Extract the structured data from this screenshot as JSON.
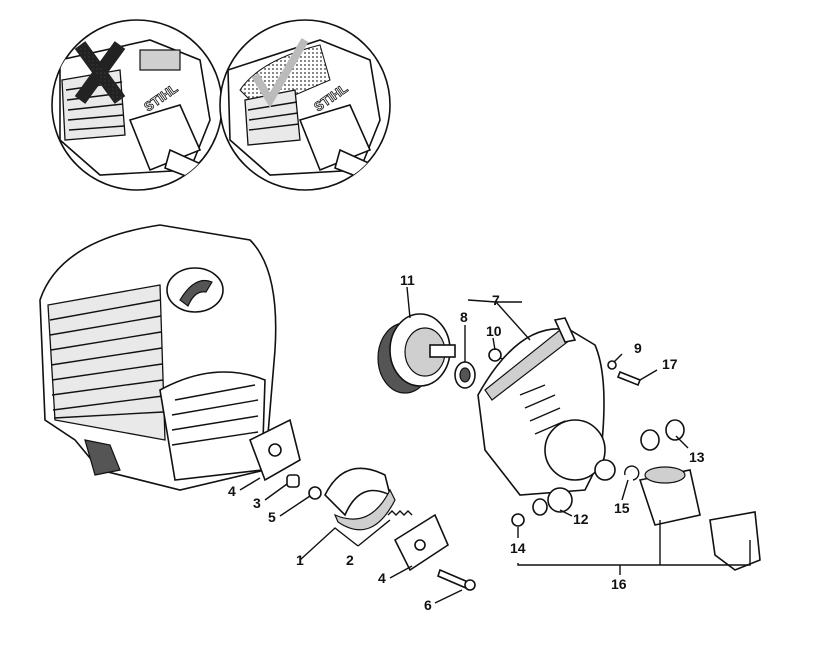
{
  "inset_left": {
    "logo_text": "STIHL",
    "mark": "x-mark-icon"
  },
  "inset_right": {
    "logo_text": "STIHL",
    "mark": "check-mark-icon"
  },
  "callouts": [
    {
      "id": "c1",
      "label": "1"
    },
    {
      "id": "c2",
      "label": "2"
    },
    {
      "id": "c3",
      "label": "3"
    },
    {
      "id": "c4a",
      "label": "4"
    },
    {
      "id": "c4b",
      "label": "4"
    },
    {
      "id": "c5",
      "label": "5"
    },
    {
      "id": "c6",
      "label": "6"
    },
    {
      "id": "c7",
      "label": "7"
    },
    {
      "id": "c8",
      "label": "8"
    },
    {
      "id": "c9",
      "label": "9"
    },
    {
      "id": "c10",
      "label": "10"
    },
    {
      "id": "c11",
      "label": "11"
    },
    {
      "id": "c12",
      "label": "12"
    },
    {
      "id": "c13",
      "label": "13"
    },
    {
      "id": "c14",
      "label": "14"
    },
    {
      "id": "c15",
      "label": "15"
    },
    {
      "id": "c16",
      "label": "16"
    },
    {
      "id": "c17",
      "label": "17"
    }
  ]
}
